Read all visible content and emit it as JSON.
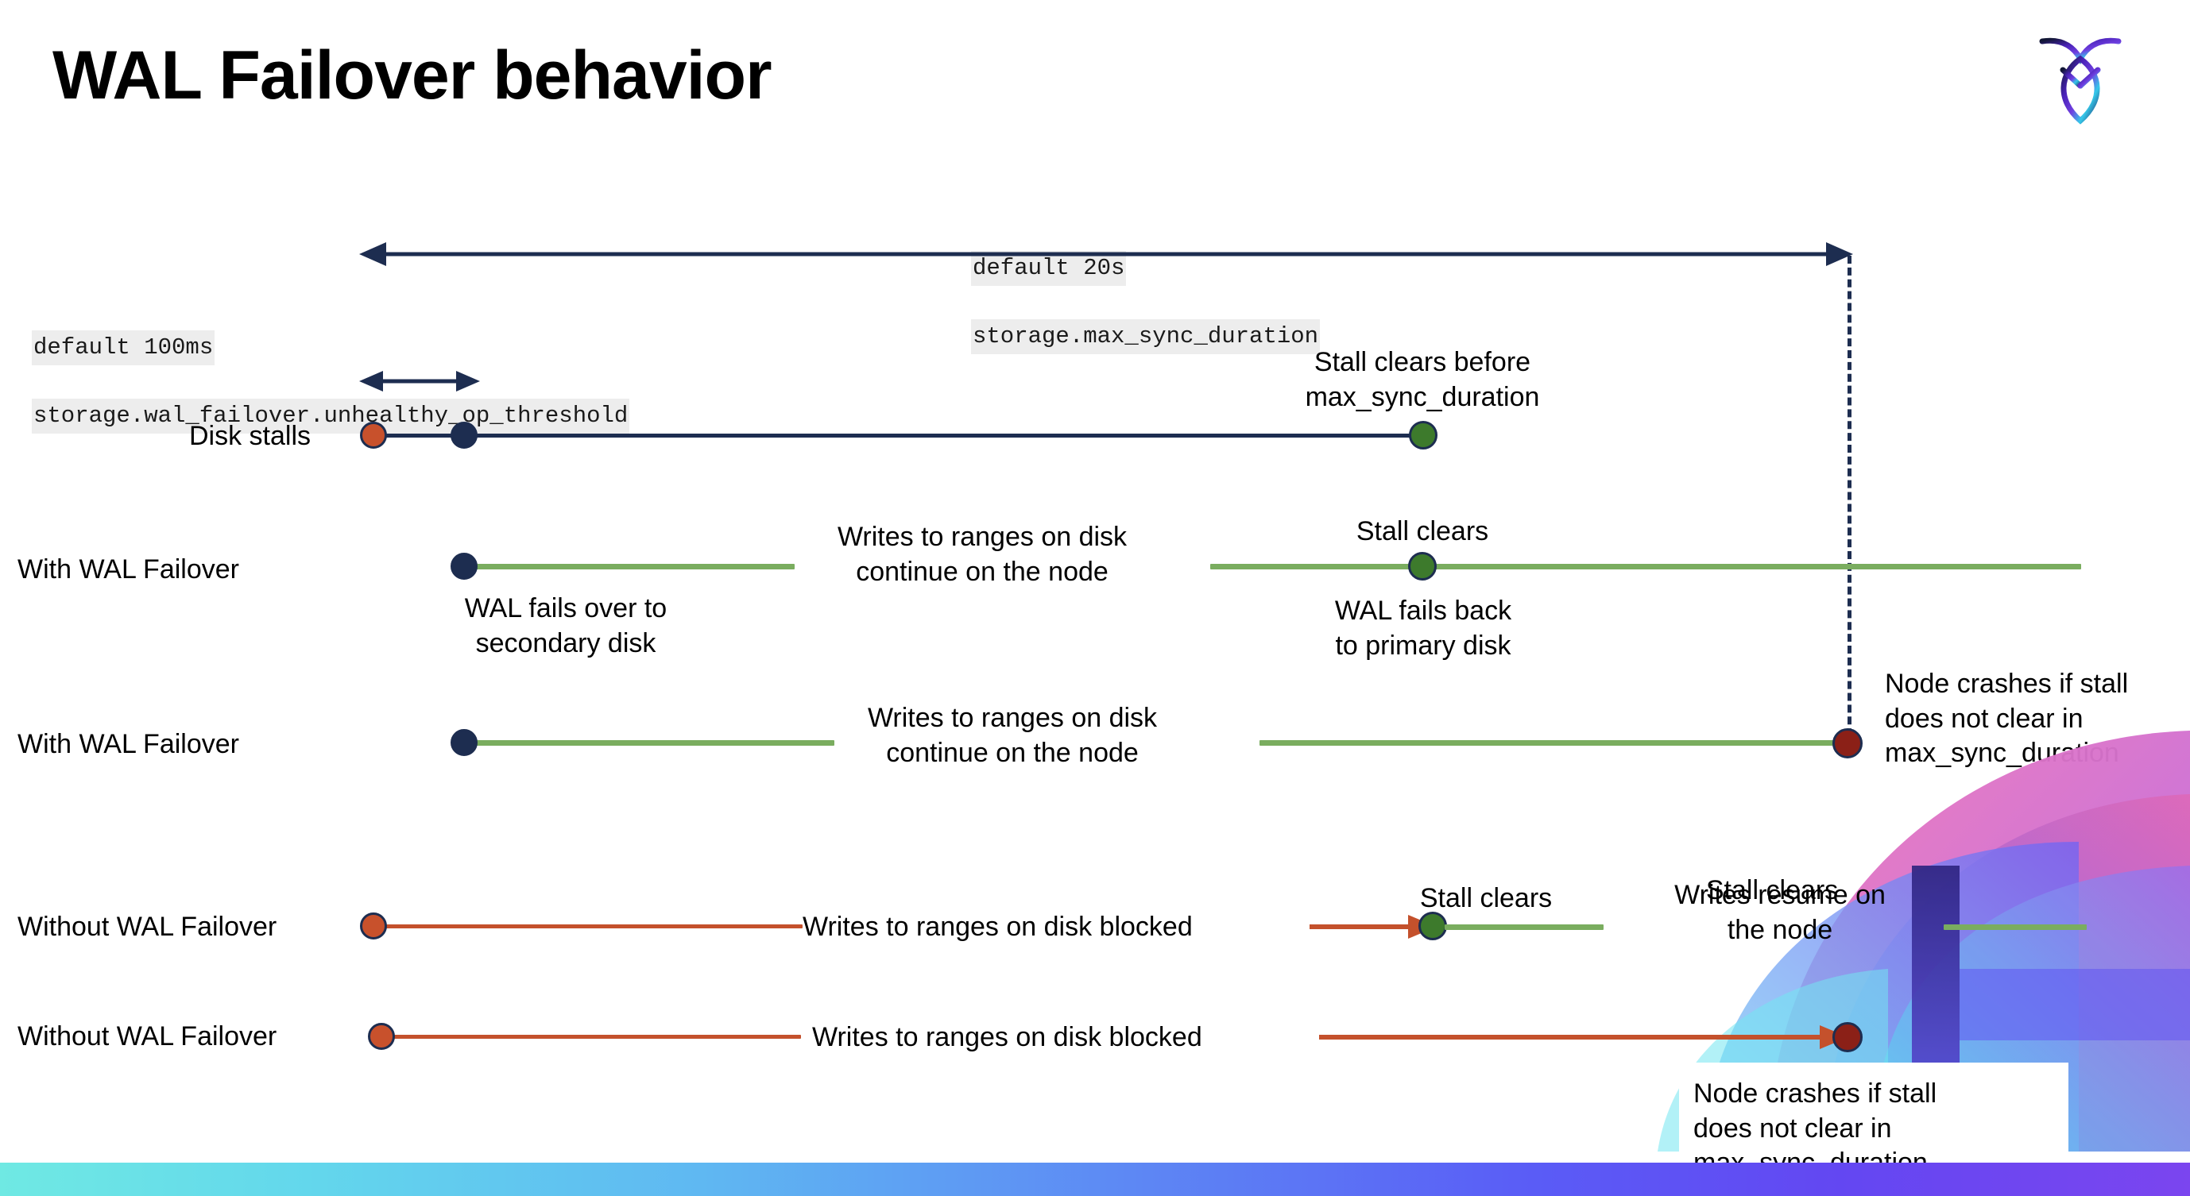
{
  "slide": {
    "title": "WAL Failover behavior",
    "logo_name": "cockroachdb-logo"
  },
  "annotations": {
    "max_sync_duration": {
      "default_line": "default 20s",
      "setting_line": "storage.max_sync_duration"
    },
    "unhealthy_op_threshold": {
      "default_line": "default 100ms",
      "setting_line": "storage.wal_failover.unhealthy_op_threshold"
    }
  },
  "rows": [
    {
      "id": "disk-stalls",
      "label": "Disk stalls",
      "notes": [
        {
          "id": "stall-clears-before",
          "text": "Stall clears before\nmax_sync_duration"
        }
      ]
    },
    {
      "id": "with-wal-failover-clears",
      "label": "With WAL Failover",
      "notes": [
        {
          "id": "wal-fails-over",
          "text": "WAL fails over to\nsecondary disk"
        },
        {
          "id": "writes-continue-1",
          "text": "Writes to ranges on disk\ncontinue on the node"
        },
        {
          "id": "stall-clears-1",
          "text": "Stall clears"
        },
        {
          "id": "wal-fails-back",
          "text": "WAL fails  back\nto primary disk"
        }
      ]
    },
    {
      "id": "with-wal-failover-crash",
      "label": "With WAL Failover",
      "notes": [
        {
          "id": "writes-continue-2",
          "text": "Writes to ranges on disk\ncontinue on the node"
        },
        {
          "id": "node-crashes-1",
          "text": "Node crashes if stall\ndoes not clear in\nmax_sync_duration"
        }
      ]
    },
    {
      "id": "without-wal-failover-clears",
      "label": "Without WAL Failover",
      "notes": [
        {
          "id": "writes-blocked-1",
          "text": "Writes to ranges on disk  blocked"
        },
        {
          "id": "stall-clears-2",
          "text": "Stall clears"
        },
        {
          "id": "writes-resume",
          "text": "Writes resume on\nthe node"
        }
      ]
    },
    {
      "id": "without-wal-failover-crash",
      "label": "Without WAL Failover",
      "notes": [
        {
          "id": "writes-blocked-2",
          "text": "Writes to ranges on disk  blocked"
        },
        {
          "id": "node-crashes-2",
          "text": "Node crashes if stall\ndoes not clear in\nmax_sync_duration"
        }
      ]
    }
  ],
  "colors": {
    "navy": "#1d2d50",
    "green_line": "#7aad5f",
    "green_dot": "#3d7a2c",
    "red_line": "#c4512c",
    "orange_dot": "#c8512c",
    "dark_red_dot": "#8b2017",
    "code_chip_bg": "#ededed",
    "gradient_start": "#6fe9e3",
    "gradient_end": "#7b45ef"
  }
}
